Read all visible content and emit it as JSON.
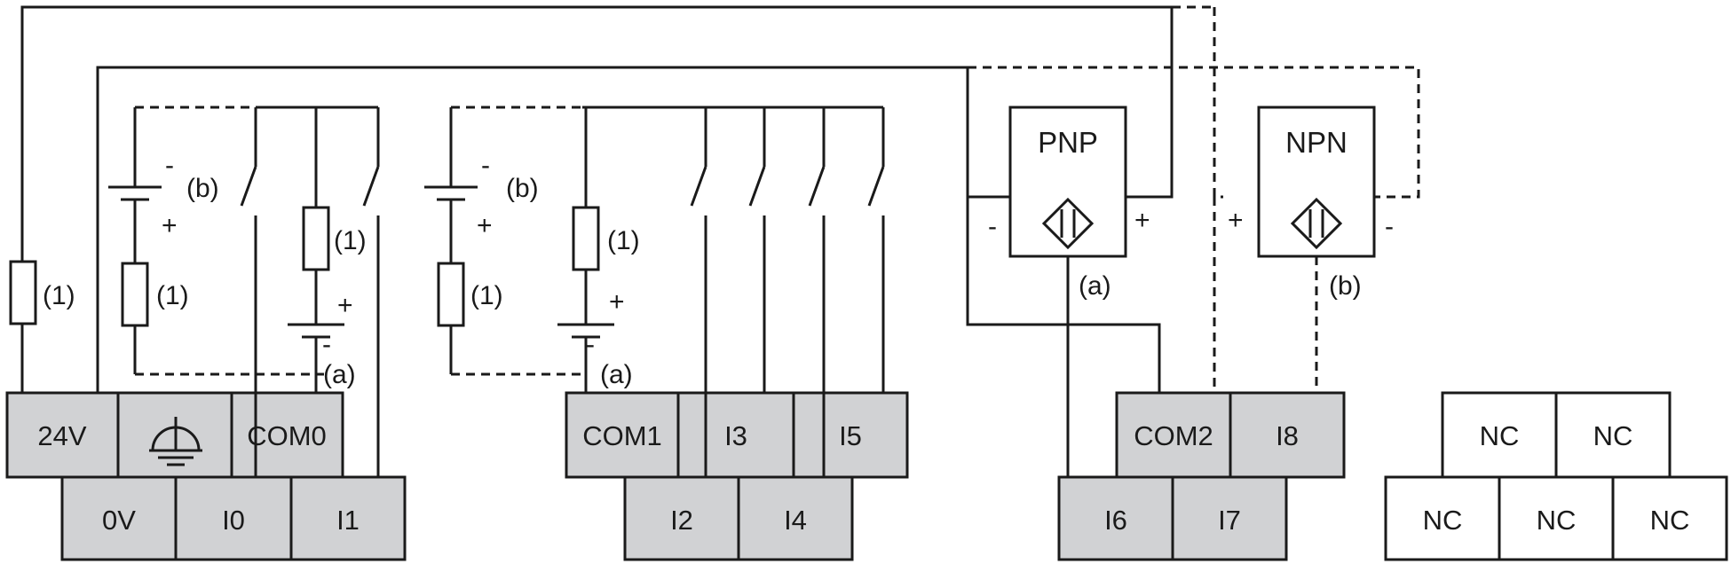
{
  "diagram": {
    "colors": {
      "line": "#1a1a1a",
      "terminal_fill": "#d1d2d4",
      "nc_fill": "#ffffff",
      "background": "#ffffff"
    },
    "terminals": {
      "row1": {
        "v24": "24V",
        "ground_icon": "protective-earth-icon",
        "com0": "COM0",
        "com1": "COM1",
        "i3": "I3",
        "i5": "I5",
        "com2": "COM2",
        "i8": "I8"
      },
      "row2": {
        "v0": "0V",
        "i0": "I0",
        "i1": "I1",
        "i2": "I2",
        "i4": "I4",
        "i6": "I6",
        "i7": "I7"
      },
      "nc": {
        "top": [
          "NC",
          "NC"
        ],
        "bottom": [
          "NC",
          "NC",
          "NC"
        ]
      }
    },
    "sensors": {
      "pnp": {
        "label": "PNP",
        "minus": "-",
        "plus": "+",
        "note": "(a)"
      },
      "npn": {
        "label": "NPN",
        "minus": "-",
        "plus": "+",
        "note": "(b)"
      }
    },
    "group1": {
      "fuse_24v": "(1)",
      "fuse_b": "(1)",
      "fuse_a": "(1)",
      "bat_b_minus": "-",
      "bat_b_plus": "+",
      "bat_b_note": "(b)",
      "bat_a_plus": "+",
      "bat_a_minus": "-",
      "bat_a_note": "(a)"
    },
    "group2": {
      "fuse_b": "(1)",
      "fuse_a": "(1)",
      "bat_b_minus": "-",
      "bat_b_plus": "+",
      "bat_b_note": "(b)",
      "bat_a_plus": "+",
      "bat_a_minus": "-",
      "bat_a_note": "(a)"
    }
  }
}
